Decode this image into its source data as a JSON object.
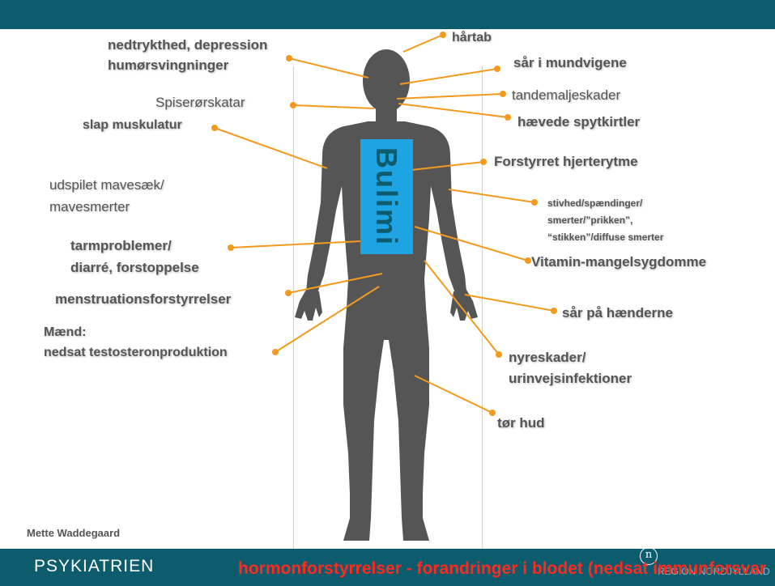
{
  "title_vertical": "Bulimi",
  "labels": {
    "depression_line1": "nedtrykthed, depression",
    "depression_line2": "humørsvingninger",
    "hartab": "hårtab",
    "mundvige": "sår i mundvigene",
    "spiseror": "Spiserørskatar",
    "tandemalje": "tandemaljeskader",
    "spytkirtler": "hævede spytkirtler",
    "muskulatur": "slap muskulatur",
    "hjerte": "Forstyrret  hjerterytme",
    "mavesaek_line1": "udspilet mavesæk/",
    "mavesaek_line2": "mavesmerter",
    "stivhed_line1": "stivhed/spændinger/",
    "stivhed_line2": "smerter/”prikken”,",
    "stivhed_line3": "“stikken”/diffuse smerter",
    "tarm_line1": "tarmproblemer/",
    "tarm_line2": "diarré, forstoppelse",
    "vitamin": "Vitamin-mangelsygdomme",
    "menstruation": "menstruationsforstyrrelser",
    "haender": "sår på hænderne",
    "maend_line1": "Mænd:",
    "maend_line2": "nedsat testosteronproduktion",
    "nyre_line1": "nyreskader/",
    "nyre_line2": "urinvejsinfektioner",
    "hud": "tør hud"
  },
  "author": "Mette Waddegaard",
  "footer": {
    "org": "PSYKIATRIEN",
    "overlay_text": "hormonforstyrrelser - forandringer i blodet (nedsat immunforsvar",
    "logo_mark": "n",
    "logo_text": "REGION NORDJYLLAND"
  },
  "colors": {
    "bar": "#0d5c6e",
    "body": "#555555",
    "arrow": "#f39a1e",
    "bulimi_box": "#1ea3e3",
    "red_text": "#ff2a1f"
  }
}
